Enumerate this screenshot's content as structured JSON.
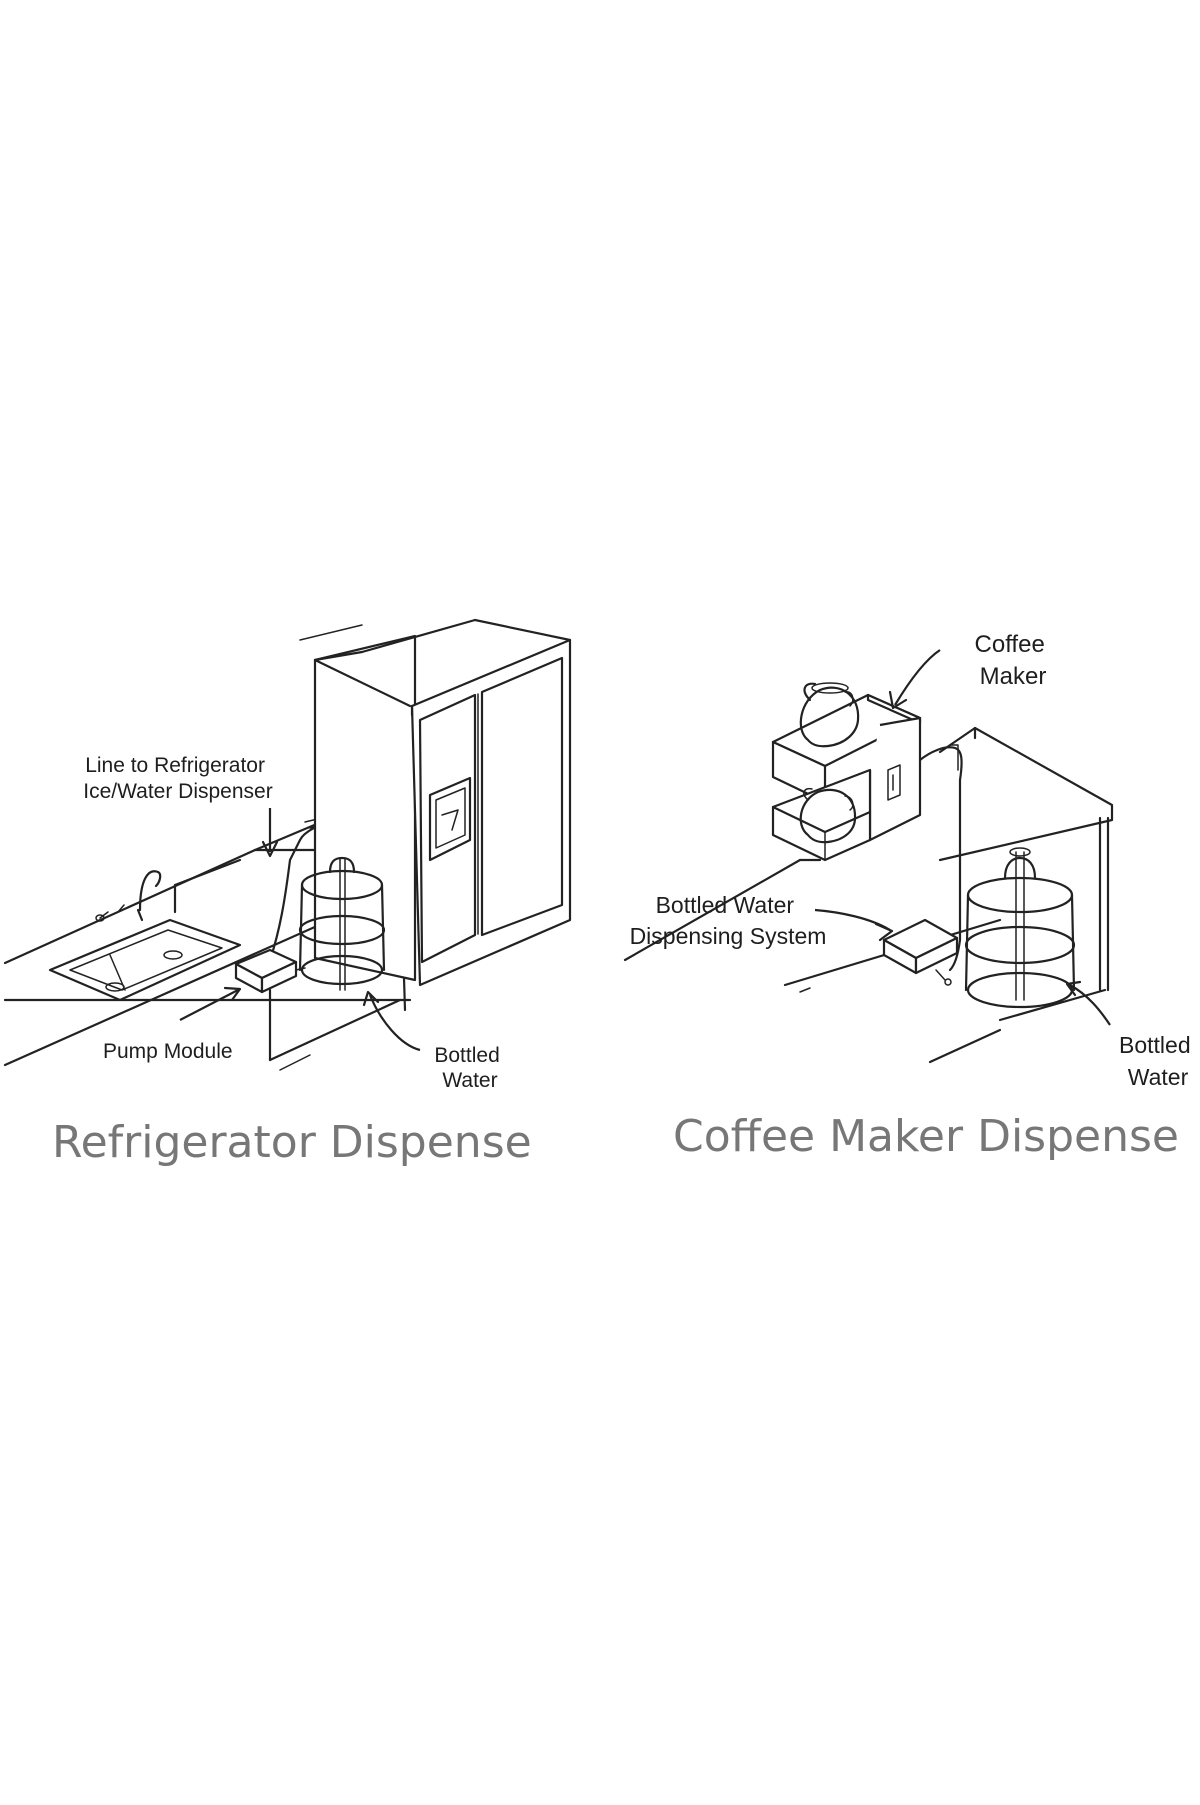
{
  "panels": [
    {
      "caption": "Refrigerator Dispense",
      "labels": {
        "line_to_refrigerator": [
          "Line to Refrigerator",
          "Ice/Water Dispenser"
        ],
        "pump_module": "Pump Module",
        "bottled_water": [
          "Bottled",
          "Water"
        ]
      }
    },
    {
      "caption": "Coffee Maker Dispense",
      "labels": {
        "coffee_maker": [
          "Coffee",
          "Maker"
        ],
        "dispensing_system": [
          "Bottled Water",
          "Dispensing System"
        ],
        "bottled_water": [
          "Bottled",
          "Water"
        ]
      }
    }
  ]
}
